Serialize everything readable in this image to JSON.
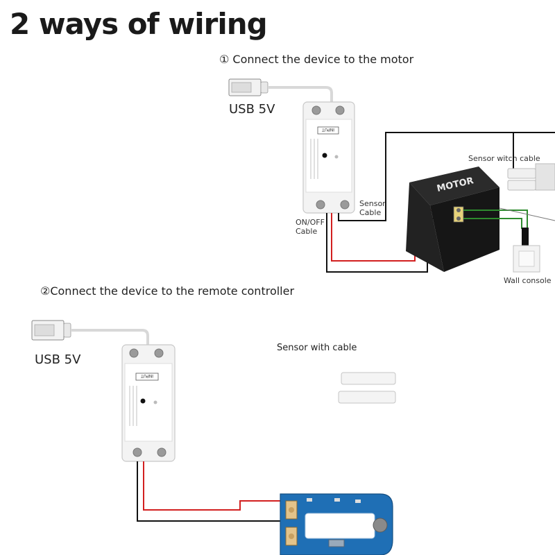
{
  "title": "2 ways of wiring",
  "section1": {
    "heading": "① Connect the device to the motor",
    "usb_label": "USB 5V",
    "onoff_label": "ON/OFF Cable",
    "sensor_label": "Sensor Cable",
    "sensor_switch_label": "Sensor witch cable",
    "wall_console_label": "Wall console",
    "motor_text": "MOTOR"
  },
  "section2": {
    "heading": "②Connect the device to the remote controller",
    "usb_label": "USB 5V",
    "sensor_label": "Sensor with cable"
  },
  "device": {
    "input_text": "INPUT"
  },
  "colors": {
    "wire_red": "#d21f1f",
    "wire_black": "#111111",
    "wire_green": "#2e8b2e",
    "motor": "#1c1c1c",
    "pcb": "#1f6fb5"
  }
}
